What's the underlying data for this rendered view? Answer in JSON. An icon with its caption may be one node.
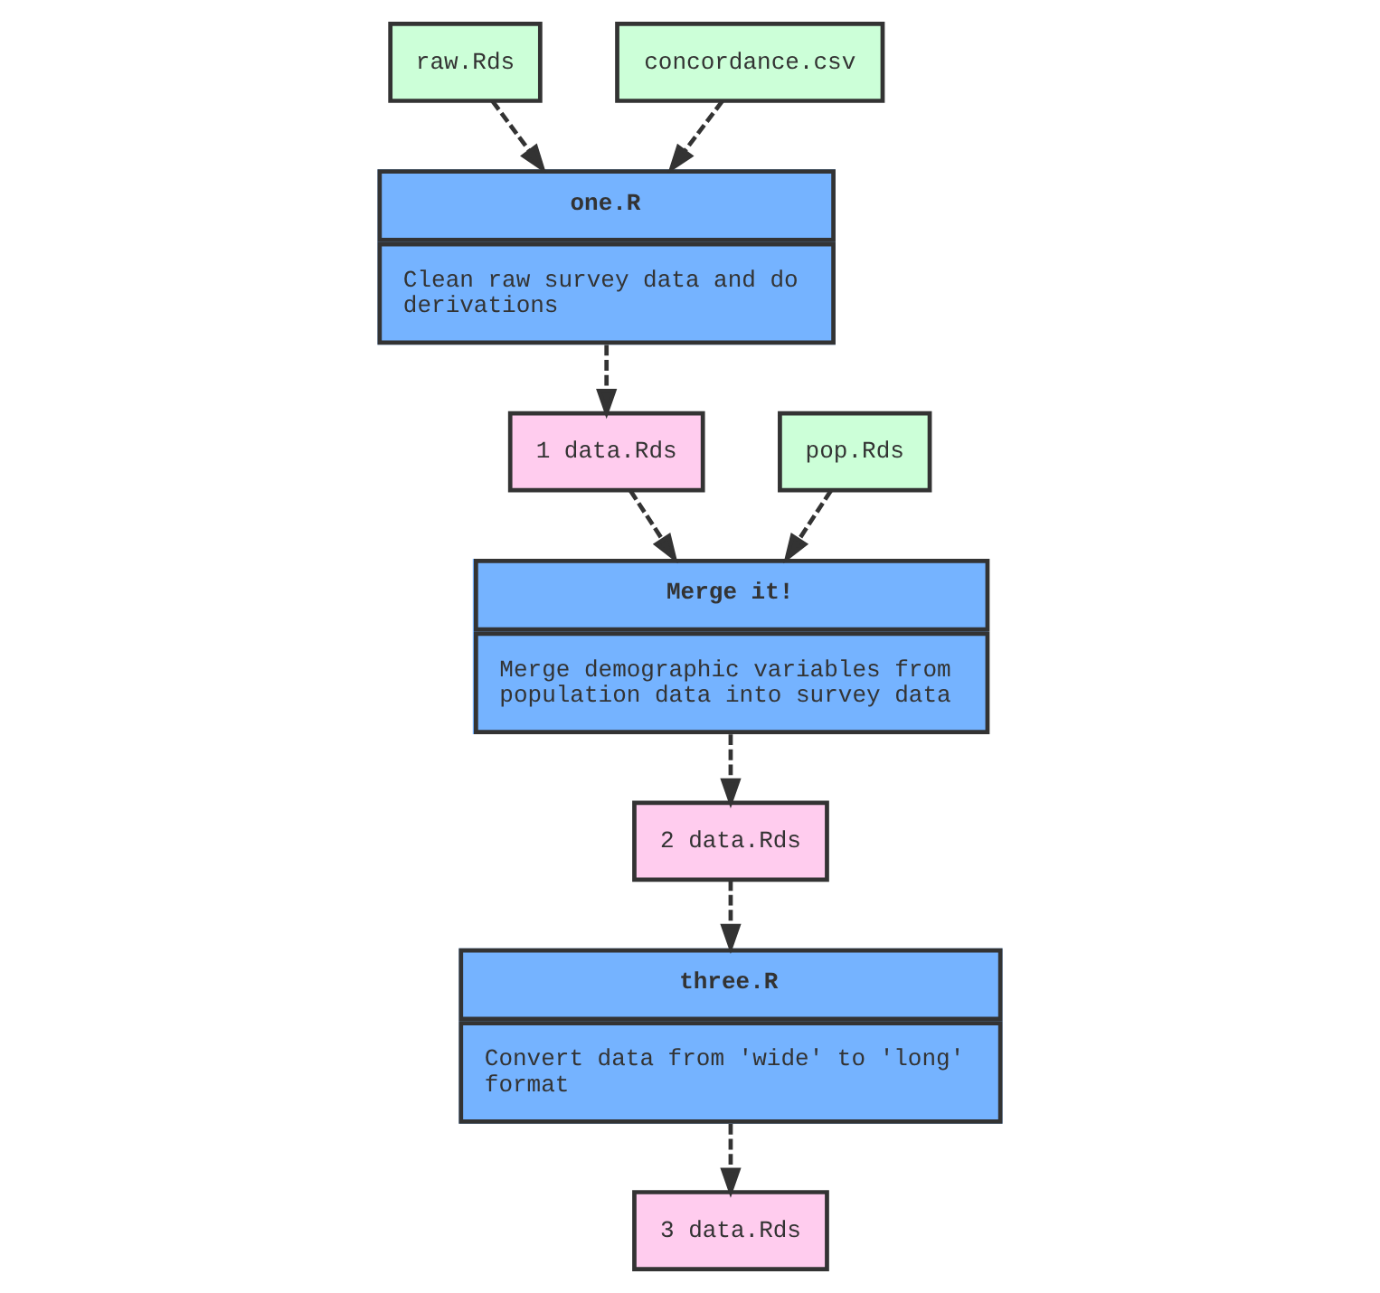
{
  "diagram": {
    "nodes": [
      {
        "text": [
          "raw.Rds"
        ]
      },
      {
        "text": [
          "concordance.csv"
        ]
      },
      {
        "text": [
          "one.R",
          "Clean raw survey data and do derivations"
        ]
      },
      {
        "text": [
          "1 data.Rds"
        ]
      },
      {
        "text": [
          "pop.Rds"
        ]
      },
      {
        "text": [
          "Merge it!",
          "Merge demographic variables from population data into survey data"
        ]
      },
      {
        "text": [
          "2 data.Rds"
        ]
      },
      {
        "text": [
          "three.R",
          "Convert data from 'wide' to 'long' format"
        ]
      },
      {
        "text": [
          "3 data.Rds"
        ]
      }
    ],
    "edges": [
      {
        "from": 0,
        "to": 2,
        "arrow": "to",
        "style": "dashed"
      },
      {
        "from": 1,
        "to": 2,
        "arrow": "to",
        "style": "dashed"
      },
      {
        "from": 2,
        "to": 3,
        "arrow": "to",
        "style": "dashed"
      },
      {
        "from": 3,
        "to": 5,
        "arrow": "to",
        "style": "dashed"
      },
      {
        "from": 4,
        "to": 5,
        "arrow": "to",
        "style": "dashed"
      },
      {
        "from": 5,
        "to": 6,
        "arrow": "to",
        "style": "dashed"
      },
      {
        "from": 6,
        "to": 7,
        "arrow": "to",
        "style": "dashed"
      },
      {
        "from": 7,
        "to": 8,
        "arrow": "to",
        "style": "dashed"
      }
    ]
  }
}
